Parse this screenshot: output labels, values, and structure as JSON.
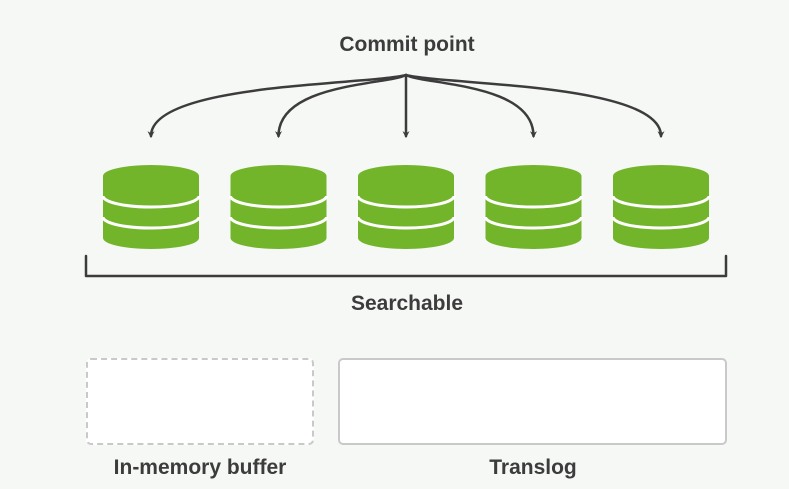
{
  "labels": {
    "commit_point": "Commit point",
    "searchable": "Searchable",
    "in_memory_buffer": "In-memory buffer",
    "translog": "Translog"
  },
  "segments": {
    "count": 5,
    "color": "#72b52b",
    "stripe_color": "#ffffff"
  },
  "colors": {
    "background": "#f6f8f5",
    "text": "#3c3c3c",
    "arrow": "#3c3c3c",
    "box_border": "#c9c9c9",
    "box_fill": "#ffffff"
  }
}
